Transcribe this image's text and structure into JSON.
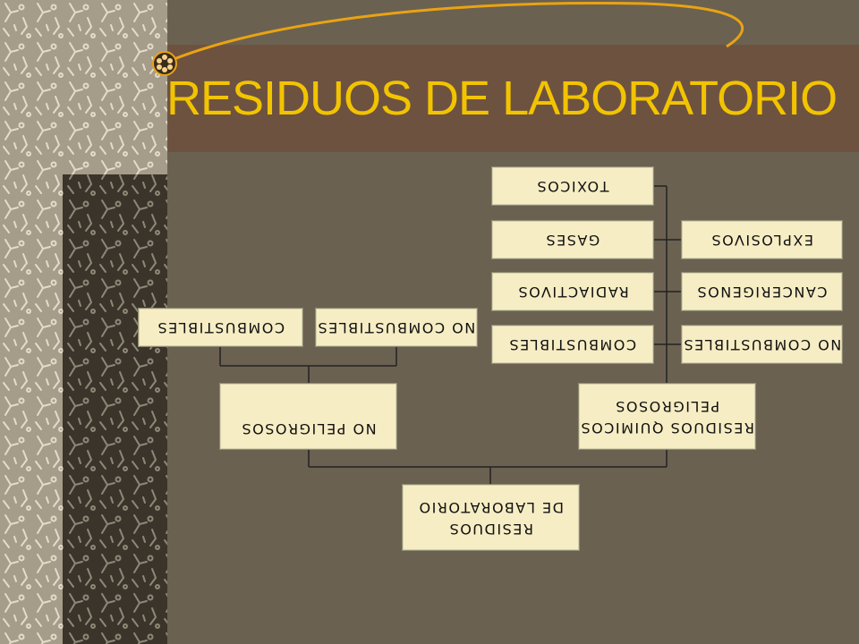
{
  "slide": {
    "title": "RESIDUOS DE LABORATORIO",
    "colors": {
      "background": "#6b6151",
      "title_band": "#6e5240",
      "title_text": "#f2c400",
      "swoosh": "#e9a313",
      "box_fill": "#f7edc4",
      "connector": "#222222"
    }
  },
  "diagram": {
    "root": {
      "lines": [
        "RESIDUOS",
        "DE LABORATORIO"
      ]
    },
    "no_peligrosos": {
      "lines": [
        "NO PELIGROSOS"
      ],
      "children": [
        {
          "lines": [
            "COMBUSTIBLES"
          ]
        },
        {
          "lines": [
            "NO COMBUSTIBLES"
          ]
        }
      ]
    },
    "peligrosos": {
      "lines": [
        "RESIDUOS QUIMICOS",
        "PELIGROSOS"
      ],
      "children": [
        {
          "lines": [
            "TOXICOS"
          ]
        },
        {
          "lines": [
            "GASES"
          ]
        },
        {
          "lines": [
            "RADIACTIVOS"
          ]
        },
        {
          "lines": [
            "COMBUSTIBLES"
          ]
        },
        {
          "lines": [
            "EXPLOSIVOS"
          ]
        },
        {
          "lines": [
            "CANCERIGENOS"
          ]
        },
        {
          "lines": [
            "NO COMBUSTIBLES"
          ]
        }
      ]
    }
  }
}
